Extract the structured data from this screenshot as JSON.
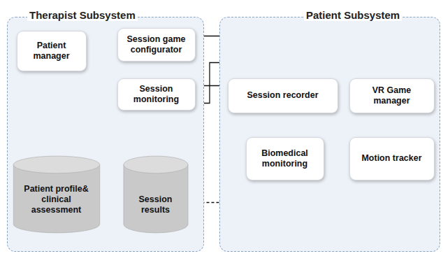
{
  "diagram": {
    "nodes": [
      {
        "text": [
          "Therapist Subsystem"
        ]
      },
      {
        "text": [
          "Patient Subsystem"
        ]
      },
      {
        "text": [
          "Patient manager"
        ],
        "in": 0
      },
      {
        "text": [
          "Session game configurator"
        ],
        "in": 0
      },
      {
        "text": [
          "Session monitoring"
        ],
        "in": 0
      },
      {
        "text": [
          "Patient profile& clinical assessment"
        ],
        "in": 0
      },
      {
        "text": [
          "Session results"
        ],
        "in": 0
      },
      {
        "text": [
          "Session recorder"
        ],
        "in": 1
      },
      {
        "text": [
          "VR Game manager"
        ],
        "in": 1
      },
      {
        "text": [
          "Biomedical monitoring"
        ],
        "in": 1
      },
      {
        "text": [
          "Motion tracker"
        ],
        "in": 1
      }
    ],
    "edges": [
      {
        "from": 2,
        "to": 5,
        "arrow": "to"
      },
      {
        "from": 5,
        "to": 3,
        "arrow": "to"
      },
      {
        "from": 6,
        "to": 2,
        "arrow": "to"
      },
      {
        "from": 7,
        "to": 6,
        "arrow": "to"
      },
      {
        "from": 3,
        "to": 8,
        "arrow": "to"
      },
      {
        "from": 4,
        "to": 8,
        "arrow": "to"
      },
      {
        "from": 7,
        "to": 4,
        "arrow": "to"
      },
      {
        "from": 8,
        "to": 7,
        "arrow": "to"
      },
      {
        "from": 9,
        "to": 7,
        "arrow": "to"
      },
      {
        "from": 10,
        "to": 8,
        "arrow": "to"
      }
    ]
  }
}
